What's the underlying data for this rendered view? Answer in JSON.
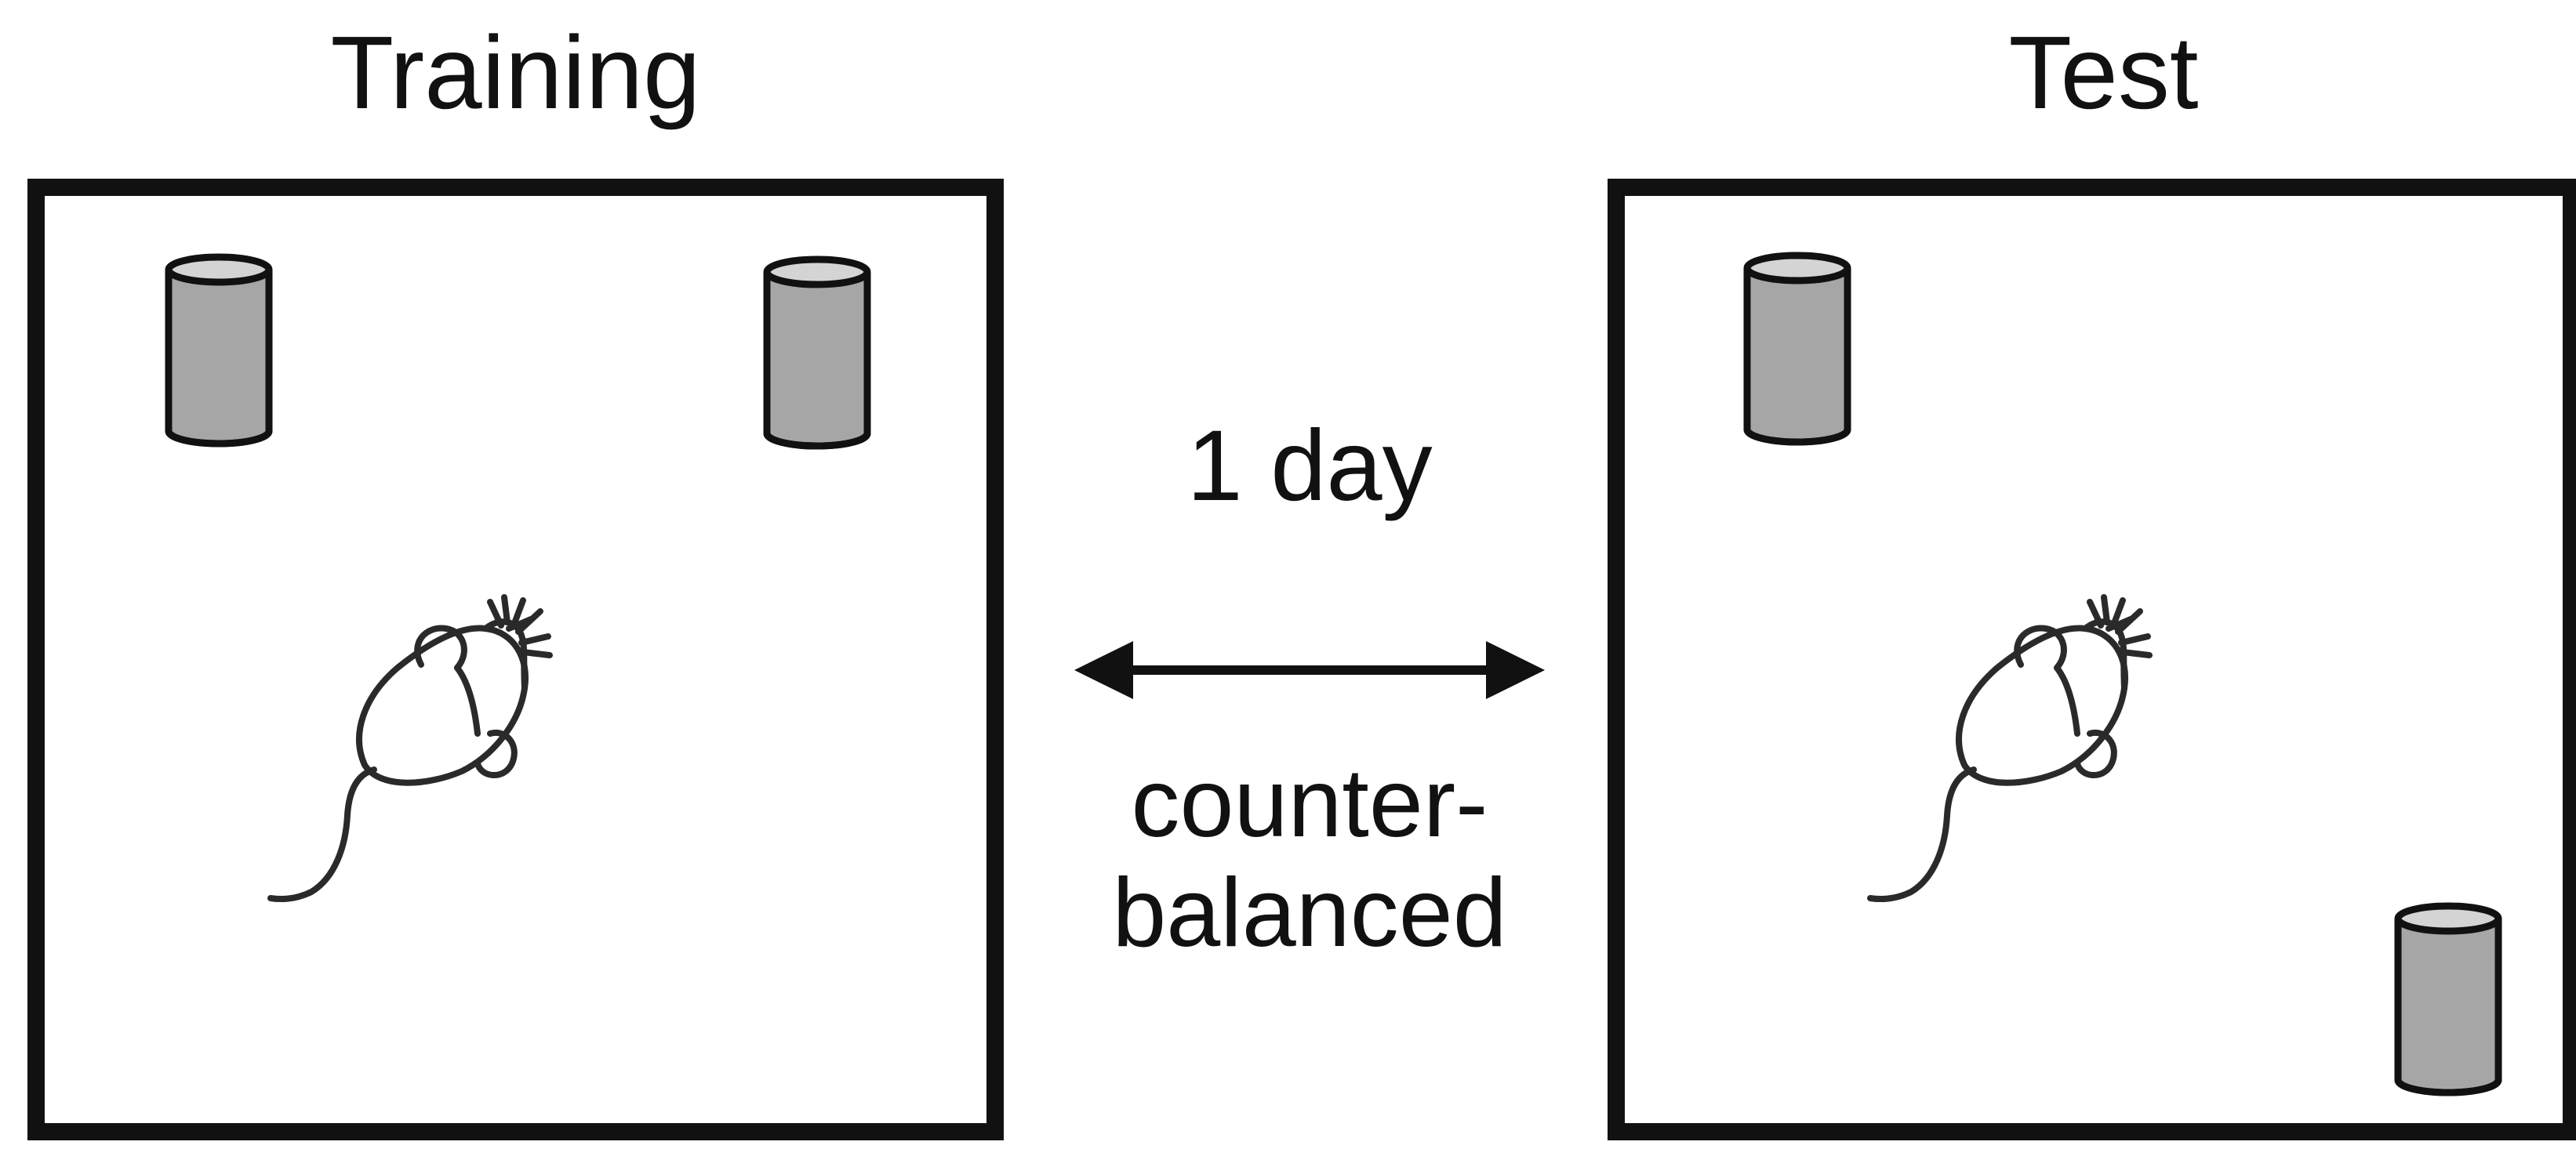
{
  "panels": {
    "training": {
      "title": "Training"
    },
    "test": {
      "title": "Test"
    }
  },
  "interval": {
    "label": "1 day",
    "note_line1": "counter-",
    "note_line2": "balanced"
  },
  "colors": {
    "line": "#111111",
    "object_fill": "#a6a6a6",
    "object_top": "#d4d4d4",
    "mouse_stroke": "#2a2a2a"
  },
  "icons": [
    "cylinder-object-icon",
    "mouse-icon",
    "double-arrow-icon"
  ]
}
